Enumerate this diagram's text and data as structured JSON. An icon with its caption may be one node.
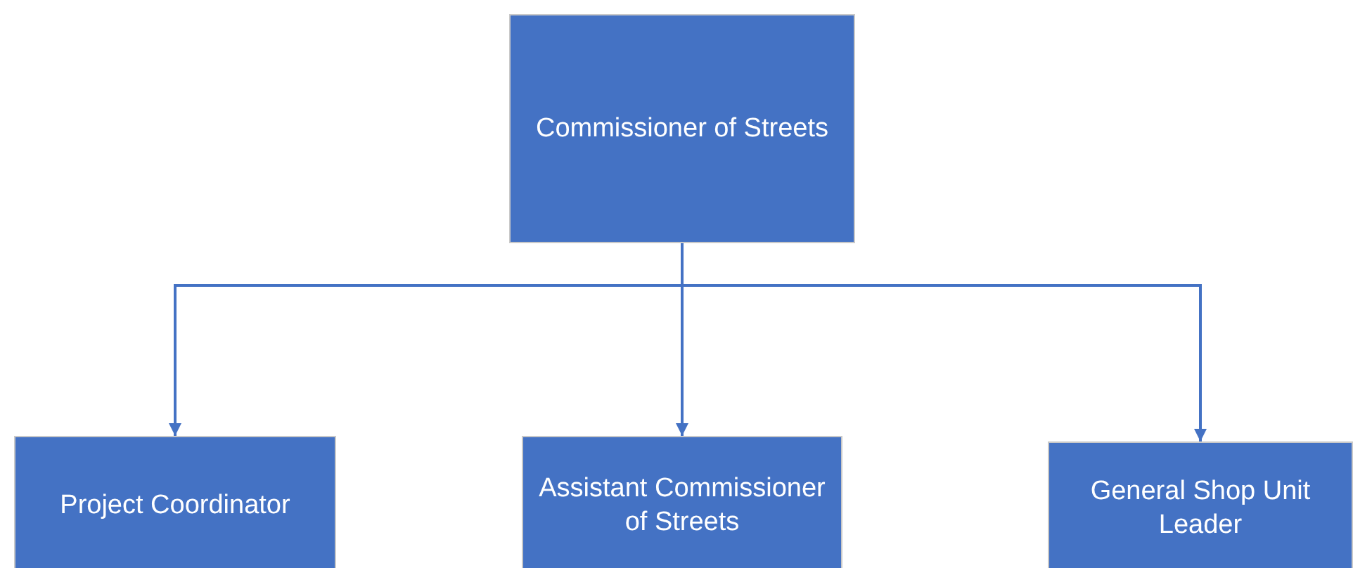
{
  "diagram": {
    "nodes": [
      {
        "text": [
          "Commissioner of Streets"
        ]
      },
      {
        "text": [
          "Project Coordinator"
        ]
      },
      {
        "text": [
          "Assistant Commissioner of Streets"
        ]
      },
      {
        "text": [
          "General Shop Unit Leader"
        ]
      }
    ],
    "edges": [
      {
        "from": 0,
        "to": 1,
        "arrow": "to"
      },
      {
        "from": 0,
        "to": 2,
        "arrow": "to"
      },
      {
        "from": 0,
        "to": 3,
        "arrow": "to"
      }
    ]
  }
}
